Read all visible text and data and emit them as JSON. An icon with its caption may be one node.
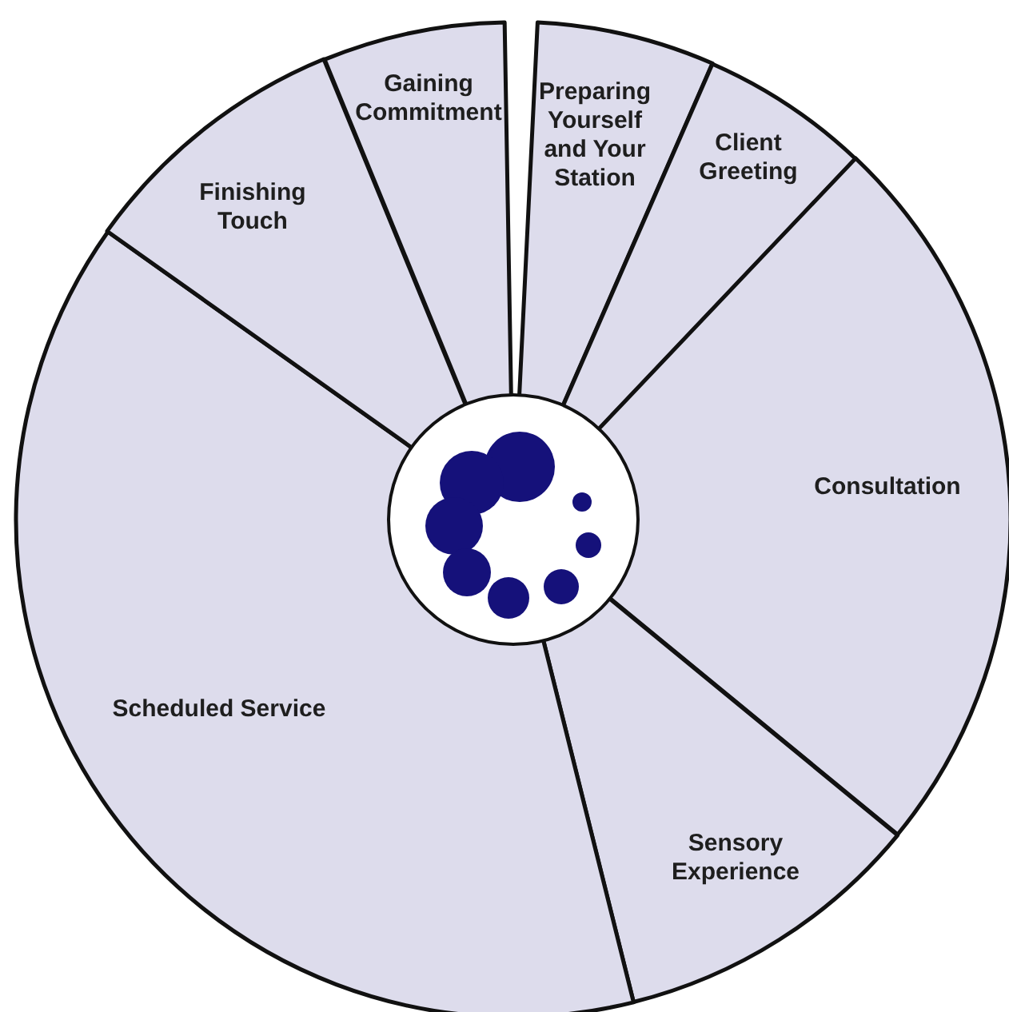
{
  "diagram": {
    "nodes": [
      {
        "text": [
          "Preparing Yourself and Your Station"
        ]
      },
      {
        "text": [
          "Client Greeting"
        ]
      },
      {
        "text": [
          "Consultation"
        ]
      },
      {
        "text": [
          "Sensory Experience"
        ]
      },
      {
        "text": [
          "Scheduled Service"
        ]
      },
      {
        "text": [
          "Finishing Touch"
        ]
      },
      {
        "text": [
          "Gaining Commitment"
        ]
      },
      {
        "text": [],
        "shape": "circle"
      }
    ]
  }
}
